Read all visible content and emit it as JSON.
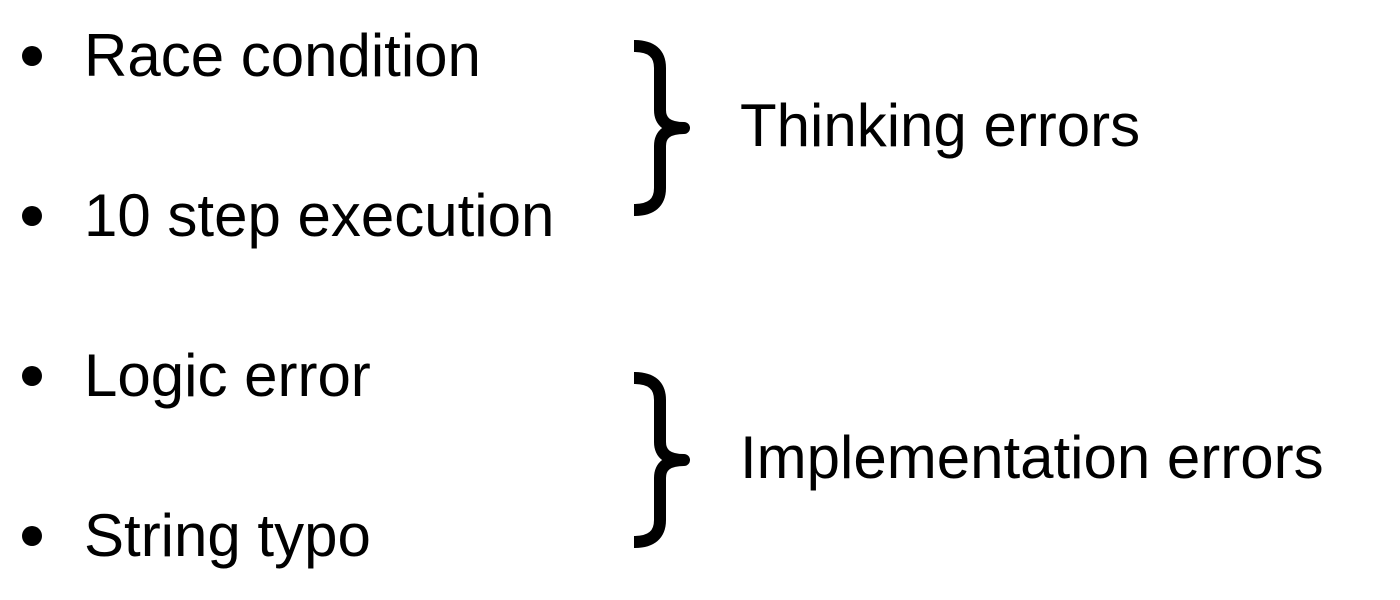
{
  "items": [
    {
      "label": "Race condition"
    },
    {
      "label": "10 step execution"
    },
    {
      "label": "Logic error"
    },
    {
      "label": "String typo"
    }
  ],
  "groups": [
    {
      "label": "Thinking errors"
    },
    {
      "label": "Implementation errors"
    }
  ],
  "colors": {
    "text": "#000000",
    "background": "#ffffff"
  }
}
